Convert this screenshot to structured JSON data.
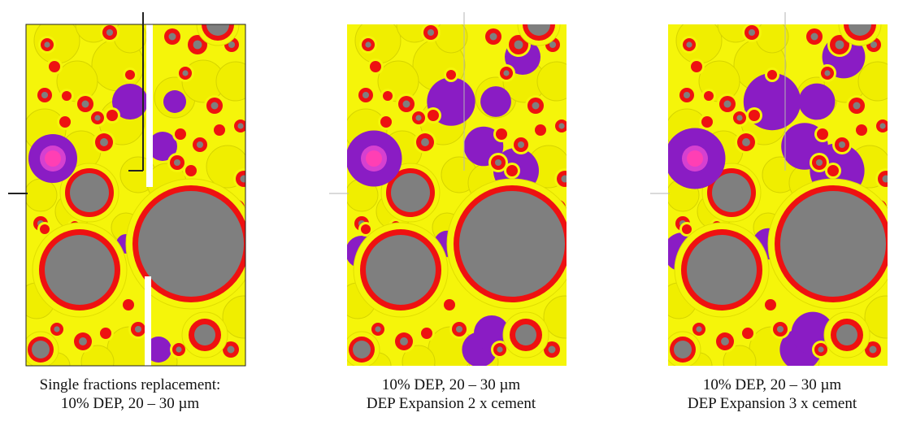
{
  "colors": {
    "background": "#ffffff",
    "filler_particle": "#f5f50a",
    "dep_particle": "#8a1cc4",
    "rim": "#ee1111",
    "cement_core": "#7f7f7f",
    "dep_core": "#ff3fb4",
    "frame_line": "#555555"
  },
  "panels": [
    {
      "caption_line1": "Single fractions replacement:",
      "caption_line2": "10% DEP,  20 – 30 µm",
      "dep_expansion": 1
    },
    {
      "caption_line1": "10% DEP,  20 – 30 µm",
      "caption_line2": "DEP Expansion 2 x cement",
      "dep_expansion": 2
    },
    {
      "caption_line1": "10% DEP,  20 – 30 µm",
      "caption_line2": "DEP Expansion 3 x cement",
      "dep_expansion": 3
    }
  ]
}
